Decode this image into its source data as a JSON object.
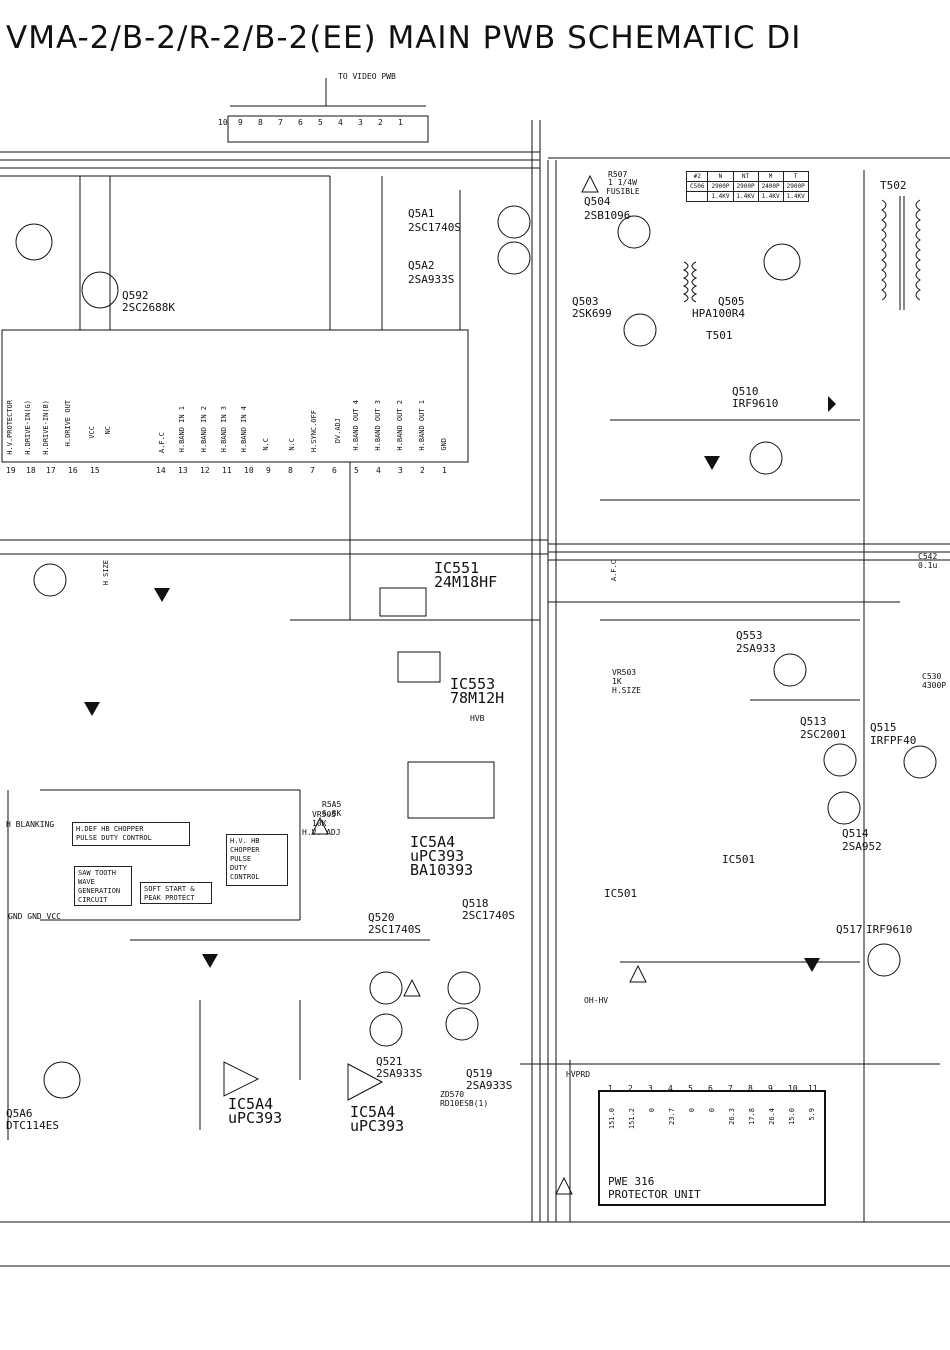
{
  "title": "VMA-2/B-2/R-2/B-2(EE) MAIN PWB SCHEMATIC DI",
  "top_labels": {
    "to_video_pwb": "TO VIDEO PWB"
  },
  "connector_top": [
    "10",
    "9",
    "8",
    "7",
    "6",
    "5",
    "4",
    "3",
    "2",
    "1"
  ],
  "components": {
    "q5a1": "Q5A1",
    "q5a1_type": "2SC1740S",
    "q5a2": "Q5A2",
    "q5a2_type": "2SA933S",
    "q504": "Q504",
    "q504_type": "2SB1096",
    "q503": "Q503",
    "q503_type": "2SK699",
    "q505": "Q505",
    "q505_type": "HPA100R4",
    "q592": "Q592",
    "q592_type": "2SC2688K",
    "q510": "Q510",
    "q510_type": "IRF9610",
    "q553": "Q553",
    "q553_type": "2SA933",
    "q513": "Q513",
    "q513_type": "2SC2001",
    "q515": "Q515",
    "q515_type": "IRFPF40",
    "q514": "Q514",
    "q514_type": "2SA952",
    "q517": "Q517",
    "q517_type": "IRF9610",
    "q520": "Q520",
    "q520_type": "2SC1740S",
    "q518": "Q518",
    "q518_type": "2SC1740S",
    "q521": "Q521",
    "q521_type": "2SA933S",
    "q519": "Q519",
    "q519_type": "2SA933S",
    "q5a6": "Q5A6",
    "q5a6_type": "DTC114ES",
    "t501": "T501",
    "t502": "T502",
    "ic551": "IC551",
    "ic551_type": "24M18HF",
    "ic553": "IC553",
    "ic553_type": "78M12H",
    "ic5a4": "IC5A4",
    "ic5a4_type1": "uPC393",
    "ic5a4_type2": "BA10393",
    "ic501": "IC501",
    "r507": "R507",
    "r507_val": "1 1/4W",
    "r507_note": "FUSIBLE",
    "vr505": "VR505",
    "vr505_val": "10K",
    "vr505_note": "H.V. ADJ",
    "vr503": "VR503",
    "vr503_val": "1K",
    "vr503_note": "H.SIZE",
    "r5a5": "R5A5",
    "r5a5_val": "6.8K",
    "c542": "C542",
    "c542_val": "0.1u",
    "c530": "C530",
    "c530_val": "4300P",
    "ic5a4_lower1": "IC5A4",
    "ic5a4_lower1_type": "uPC393",
    "ic5a4_lower2": "IC5A4",
    "ic5a4_lower2_type": "uPC393",
    "zd570": "ZD570",
    "zd570_type": "RD10ESB(1)"
  },
  "pin_labels": [
    "H.V.PROTECTOR",
    "H.DRIVE-IN(G)",
    "H.DRIVE-IN(B)",
    "H.DRIVE OUT",
    "VCC",
    "NC",
    "A.F.C",
    "H.BAND IN 1",
    "H.BAND IN 2",
    "H.BAND IN 3",
    "H.BAND IN 4",
    "N.C",
    "N.C",
    "H.SYNC.OFF",
    "DV.ADJ",
    "H.BAND OUT 4",
    "H.BAND OUT 3",
    "H.BAND OUT 2",
    "H.BAND OUT 1",
    "GND"
  ],
  "pin_numbers": [
    "19",
    "18",
    "17",
    "16",
    "15",
    "14",
    "13",
    "12",
    "11",
    "10",
    "9",
    "8",
    "7",
    "6",
    "5",
    "4",
    "3",
    "2",
    "1"
  ],
  "voltage_table": {
    "headers": [
      "#2",
      "N",
      "NT",
      "M",
      "T"
    ],
    "rows": [
      [
        "C506",
        "2900P",
        "2900P",
        "2400P",
        "2900P"
      ],
      [
        "",
        "1.4KV",
        "1.4KV",
        "1.4KV",
        "1.4KV"
      ]
    ]
  },
  "blocks": {
    "hdef": "H.DEF HB CHOPPER\nPULSE DUTY CONTROL",
    "hv_chopper": "H.V. HB\nCHOPPER\nPULSE\nDUTY\nCONTROL",
    "sawtooth": "SAW TOOTH\nWAVE\nGENERATION\nCIRCUIT",
    "softstart": "SOFT START &\nPEAK PROTECT",
    "blanking": "H BLANKING"
  },
  "protector": {
    "name": "PWE 316",
    "sub": "PROTECTOR UNIT"
  },
  "protector_pins": [
    "1",
    "2",
    "3",
    "4",
    "5",
    "6",
    "7",
    "8",
    "9",
    "10",
    "11"
  ],
  "protector_values": [
    "151.0",
    "151.2",
    "0",
    "23.7",
    "0",
    "0",
    "26.3",
    "17.8",
    "26.4",
    "15.0",
    "5.9"
  ],
  "misc": {
    "ohv": "OH-HV",
    "hvprd": "HVPRD",
    "hvb": "HVB",
    "gnd_vcc": "GND GND VCC",
    "afc": "A.F.C",
    "hsize": "H SIZE"
  }
}
